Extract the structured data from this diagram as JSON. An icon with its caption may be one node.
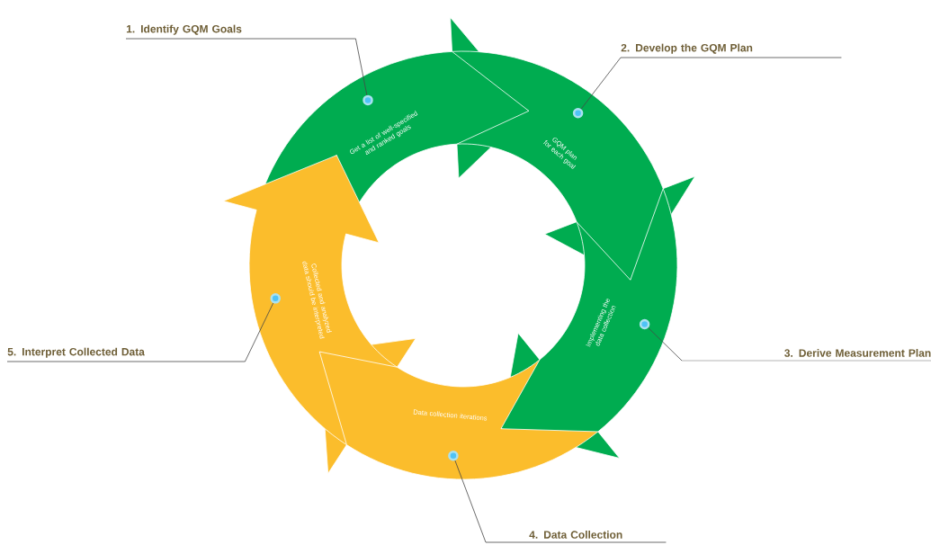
{
  "diagram": {
    "nodes": [
      {
        "text": [
          "Get a list of well-specified and ranked goals"
        ]
      },
      {
        "text": [
          "GQM plan for each goal"
        ]
      },
      {
        "text": [
          "Implementing the data collection"
        ]
      },
      {
        "text": [
          "Data collection iterations"
        ]
      },
      {
        "text": [
          "Collected and analyzed data should be interpreted"
        ]
      },
      {
        "text": [],
        "shape": "circle",
        "in": 0
      },
      {
        "text": [],
        "shape": "circle",
        "in": 1
      },
      {
        "text": [],
        "shape": "circle",
        "in": 2
      },
      {
        "text": [],
        "shape": "circle",
        "in": 3
      },
      {
        "text": [],
        "shape": "circle",
        "in": 4
      },
      {
        "text": [
          "1. Identify GQM Goals"
        ]
      },
      {
        "text": [
          "2. Develop the GQM Plan"
        ]
      },
      {
        "text": [
          "3. Derive Measurement Plan"
        ]
      },
      {
        "text": [
          "4. Data Collection"
        ]
      },
      {
        "text": [
          "5. Interpret Collected Data"
        ]
      }
    ],
    "edges": [
      {
        "from": 10,
        "to": 5,
        "arrow": "none"
      },
      {
        "from": 11,
        "to": 6,
        "arrow": "none"
      },
      {
        "from": 12,
        "to": 7,
        "arrow": "none"
      },
      {
        "from": 13,
        "to": 8,
        "arrow": "none"
      },
      {
        "from": 14,
        "to": 9,
        "arrow": "none"
      }
    ]
  }
}
